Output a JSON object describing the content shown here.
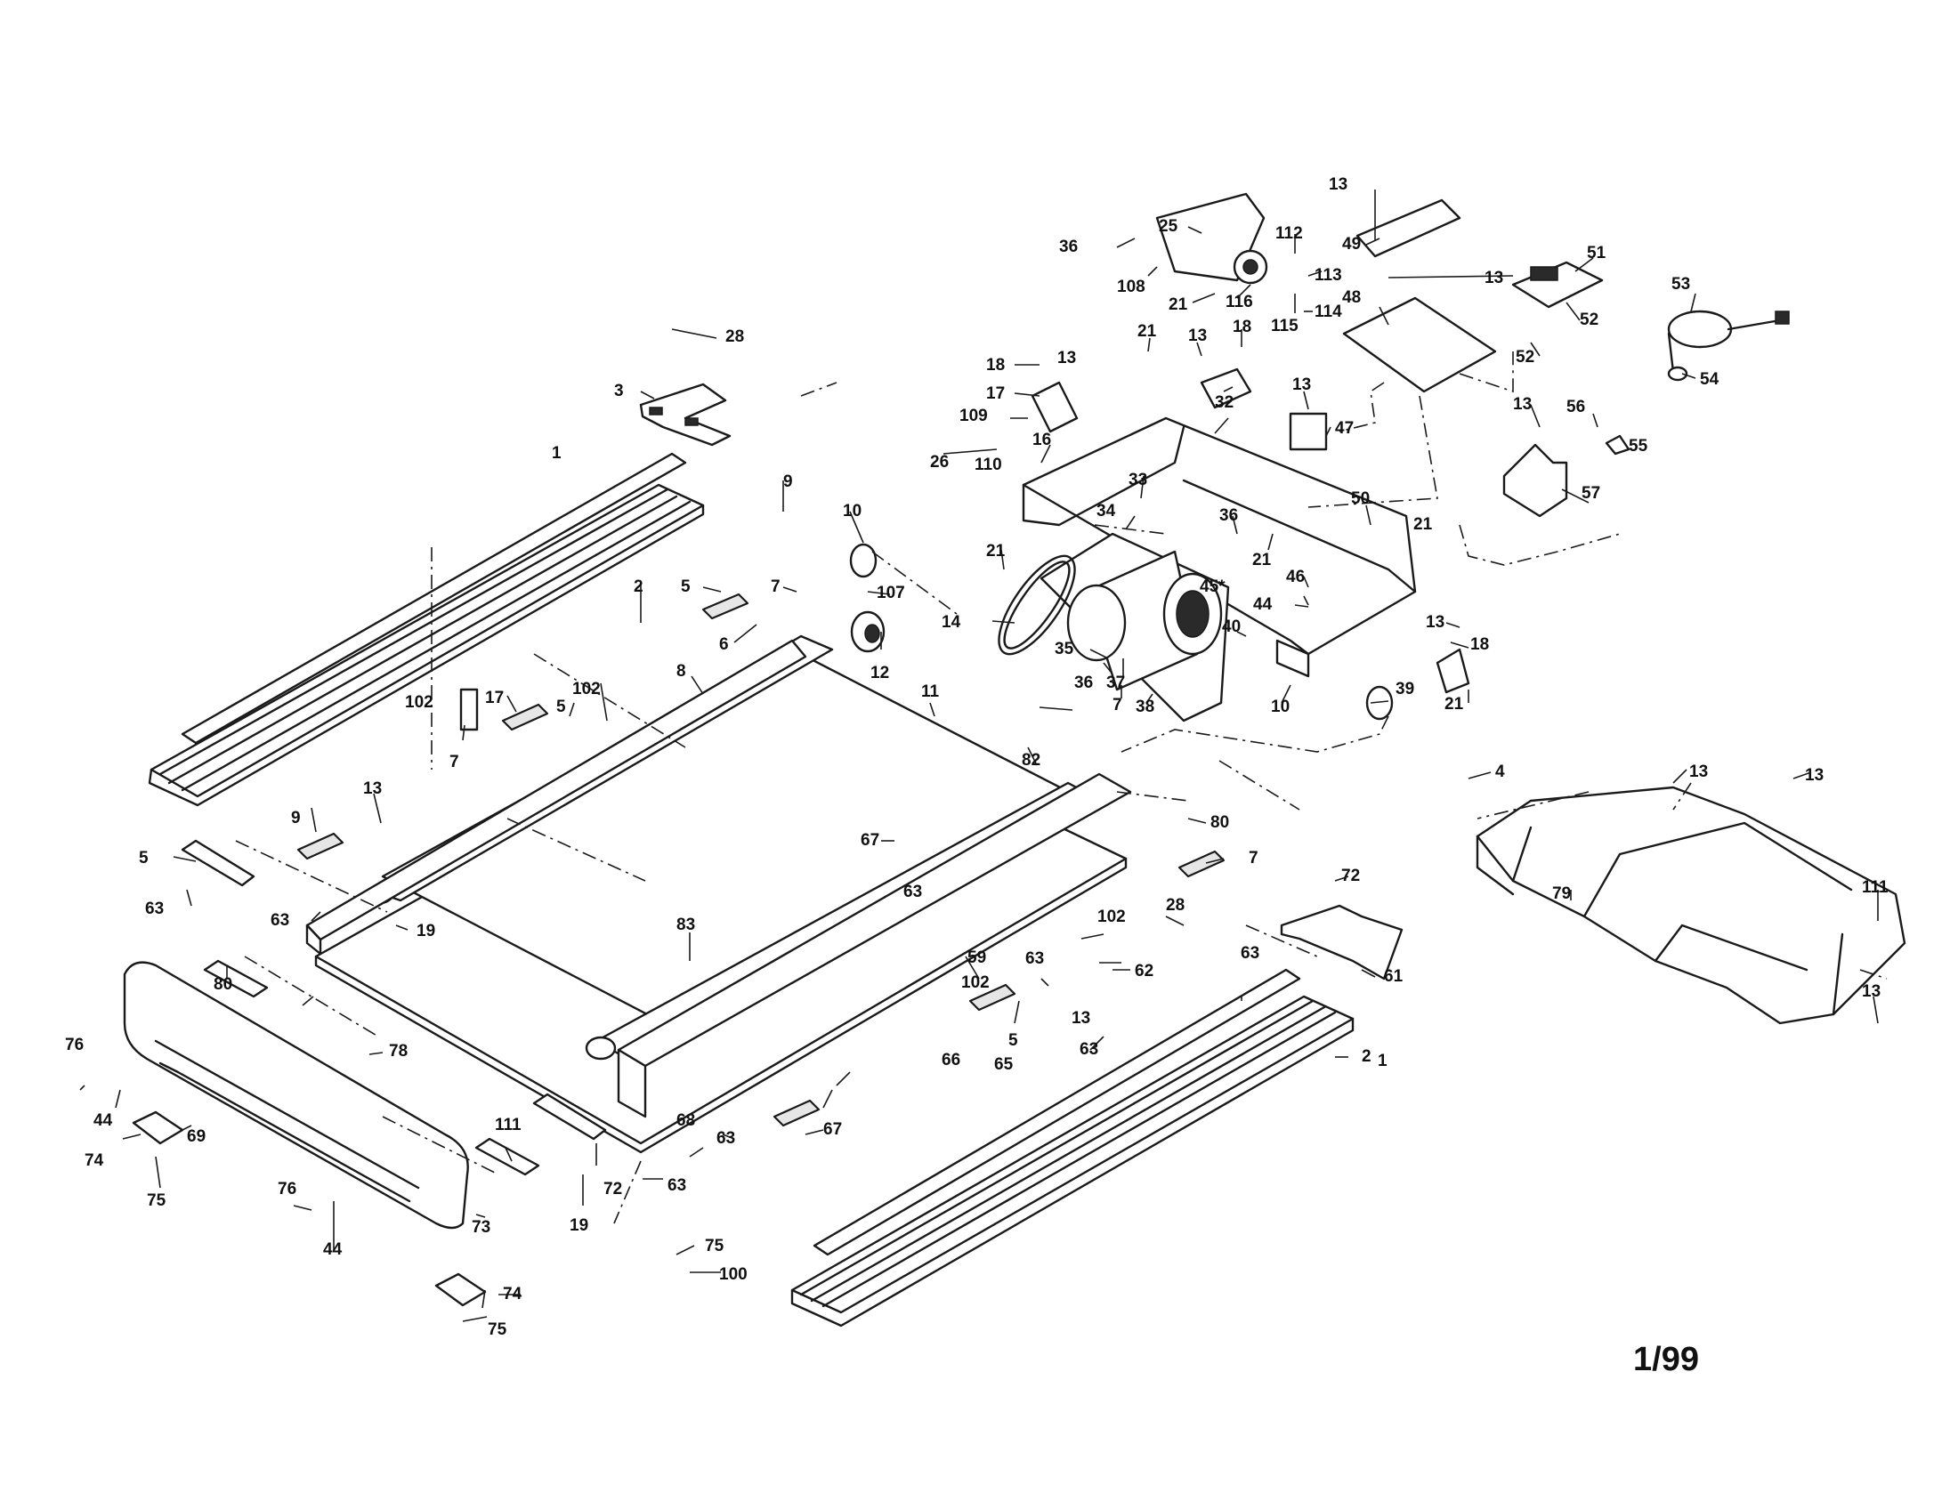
{
  "page_number": "1/99",
  "callouts": [
    {
      "id": "c1",
      "text": "13"
    },
    {
      "id": "c2",
      "text": "36"
    },
    {
      "id": "c3",
      "text": "25"
    },
    {
      "id": "c4",
      "text": "112"
    },
    {
      "id": "c5",
      "text": "49"
    },
    {
      "id": "c6",
      "text": "113"
    },
    {
      "id": "c7",
      "text": "108"
    },
    {
      "id": "c8",
      "text": "21"
    },
    {
      "id": "c9",
      "text": "116"
    },
    {
      "id": "c10",
      "text": "114"
    },
    {
      "id": "c11",
      "text": "115"
    },
    {
      "id": "c12",
      "text": "13"
    },
    {
      "id": "c13",
      "text": "51"
    },
    {
      "id": "c14",
      "text": "48"
    },
    {
      "id": "c15",
      "text": "52"
    },
    {
      "id": "c16",
      "text": "52"
    },
    {
      "id": "c17",
      "text": "53"
    },
    {
      "id": "c18",
      "text": "54"
    },
    {
      "id": "c19",
      "text": "28"
    },
    {
      "id": "c20",
      "text": "3"
    },
    {
      "id": "c21",
      "text": "21"
    },
    {
      "id": "c22",
      "text": "13"
    },
    {
      "id": "c23",
      "text": "18"
    },
    {
      "id": "c24",
      "text": "18"
    },
    {
      "id": "c25",
      "text": "13"
    },
    {
      "id": "c26",
      "text": "17"
    },
    {
      "id": "c27",
      "text": "32"
    },
    {
      "id": "c28",
      "text": "13"
    },
    {
      "id": "c29",
      "text": "109"
    },
    {
      "id": "c30",
      "text": "47"
    },
    {
      "id": "c31",
      "text": "16"
    },
    {
      "id": "c32",
      "text": "26"
    },
    {
      "id": "c33",
      "text": "110"
    },
    {
      "id": "c34",
      "text": "1"
    },
    {
      "id": "c35",
      "text": "33"
    },
    {
      "id": "c36",
      "text": "13"
    },
    {
      "id": "c37",
      "text": "56"
    },
    {
      "id": "c38",
      "text": "55"
    },
    {
      "id": "c39",
      "text": "57"
    },
    {
      "id": "c40",
      "text": "9"
    },
    {
      "id": "c41",
      "text": "50"
    },
    {
      "id": "c42",
      "text": "10"
    },
    {
      "id": "c43",
      "text": "34"
    },
    {
      "id": "c44",
      "text": "21"
    },
    {
      "id": "c45",
      "text": "36"
    },
    {
      "id": "c46",
      "text": "21"
    },
    {
      "id": "c47",
      "text": "21"
    },
    {
      "id": "c48",
      "text": "2"
    },
    {
      "id": "c49",
      "text": "107"
    },
    {
      "id": "c50",
      "text": "7"
    },
    {
      "id": "c51",
      "text": "5"
    },
    {
      "id": "c52",
      "text": "45*"
    },
    {
      "id": "c53",
      "text": "46"
    },
    {
      "id": "c54",
      "text": "44"
    },
    {
      "id": "c55",
      "text": "14"
    },
    {
      "id": "c56",
      "text": "6"
    },
    {
      "id": "c57",
      "text": "13"
    },
    {
      "id": "c58",
      "text": "18"
    },
    {
      "id": "c59",
      "text": "35"
    },
    {
      "id": "c60",
      "text": "40"
    },
    {
      "id": "c61",
      "text": "12"
    },
    {
      "id": "c62",
      "text": "36"
    },
    {
      "id": "c63",
      "text": "8"
    },
    {
      "id": "c64",
      "text": "37"
    },
    {
      "id": "c65",
      "text": "11"
    },
    {
      "id": "c66",
      "text": "7"
    },
    {
      "id": "c67",
      "text": "38"
    },
    {
      "id": "c68",
      "text": "39"
    },
    {
      "id": "c69",
      "text": "10"
    },
    {
      "id": "c70",
      "text": "21"
    },
    {
      "id": "c71",
      "text": "17"
    },
    {
      "id": "c72",
      "text": "5"
    },
    {
      "id": "c73",
      "text": "102"
    },
    {
      "id": "c74",
      "text": "102"
    },
    {
      "id": "c75",
      "text": "7"
    },
    {
      "id": "c76",
      "text": "82"
    },
    {
      "id": "c77",
      "text": "4"
    },
    {
      "id": "c78",
      "text": "13"
    },
    {
      "id": "c79",
      "text": "13"
    },
    {
      "id": "c80",
      "text": "13"
    },
    {
      "id": "c81",
      "text": "80"
    },
    {
      "id": "c82",
      "text": "9"
    },
    {
      "id": "c83",
      "text": "67"
    },
    {
      "id": "c84",
      "text": "7"
    },
    {
      "id": "c85",
      "text": "5"
    },
    {
      "id": "c86",
      "text": "72"
    },
    {
      "id": "c87",
      "text": "28"
    },
    {
      "id": "c88",
      "text": "102"
    },
    {
      "id": "c89",
      "text": "63"
    },
    {
      "id": "c90",
      "text": "63"
    },
    {
      "id": "c91",
      "text": "19"
    },
    {
      "id": "c92",
      "text": "79"
    },
    {
      "id": "c93",
      "text": "83"
    },
    {
      "id": "c94",
      "text": "61"
    },
    {
      "id": "c95",
      "text": "80"
    },
    {
      "id": "c96",
      "text": "62"
    },
    {
      "id": "c97",
      "text": "63"
    },
    {
      "id": "c98",
      "text": "111"
    },
    {
      "id": "c99",
      "text": "63"
    },
    {
      "id": "c100",
      "text": "59"
    },
    {
      "id": "c101",
      "text": "1"
    },
    {
      "id": "c102",
      "text": "13"
    },
    {
      "id": "c103",
      "text": "63"
    },
    {
      "id": "c104",
      "text": "102"
    },
    {
      "id": "c105",
      "text": "78"
    },
    {
      "id": "c106",
      "text": "5"
    },
    {
      "id": "c107",
      "text": "13"
    },
    {
      "id": "c108",
      "text": "66"
    },
    {
      "id": "c109",
      "text": "65"
    },
    {
      "id": "c110",
      "text": "76"
    },
    {
      "id": "c111",
      "text": "63"
    },
    {
      "id": "c112",
      "text": "2"
    },
    {
      "id": "c113",
      "text": "44"
    },
    {
      "id": "c114",
      "text": "69"
    },
    {
      "id": "c115",
      "text": "67"
    },
    {
      "id": "c116",
      "text": "74"
    },
    {
      "id": "c117",
      "text": "63"
    },
    {
      "id": "c118",
      "text": "68"
    },
    {
      "id": "c119",
      "text": "111"
    },
    {
      "id": "c120",
      "text": "75"
    },
    {
      "id": "c121",
      "text": "72"
    },
    {
      "id": "c122",
      "text": "63"
    },
    {
      "id": "c123",
      "text": "76"
    },
    {
      "id": "c124",
      "text": "19"
    },
    {
      "id": "c125",
      "text": "44"
    },
    {
      "id": "c126",
      "text": "73"
    },
    {
      "id": "c127",
      "text": "75"
    },
    {
      "id": "c128",
      "text": "100"
    },
    {
      "id": "c129",
      "text": "74"
    },
    {
      "id": "c130",
      "text": "75"
    }
  ]
}
